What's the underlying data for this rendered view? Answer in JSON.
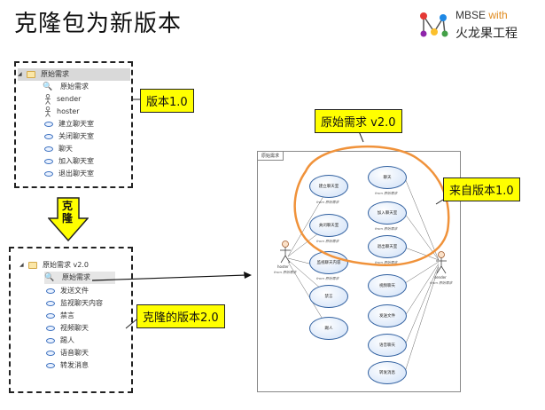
{
  "title": "克隆包为新版本",
  "logo": {
    "brand": "MBSE",
    "with": "with",
    "org": "火龙果工程"
  },
  "tree_v1": {
    "root": "原始需求",
    "items": [
      {
        "label": "原始需求",
        "icon": "package-diagram-icon"
      },
      {
        "label": "sender",
        "icon": "actor-icon"
      },
      {
        "label": "hoster",
        "icon": "actor-icon"
      },
      {
        "label": "建立聊天室",
        "icon": "usecase-icon"
      },
      {
        "label": "关闭聊天室",
        "icon": "usecase-icon"
      },
      {
        "label": "聊天",
        "icon": "usecase-icon"
      },
      {
        "label": "加入聊天室",
        "icon": "usecase-icon"
      },
      {
        "label": "退出聊天室",
        "icon": "usecase-icon"
      }
    ]
  },
  "tree_v2": {
    "root": "原始需求 v2.0",
    "items": [
      {
        "label": "原始需求",
        "icon": "package-diagram-icon"
      },
      {
        "label": "发送文件",
        "icon": "usecase-icon"
      },
      {
        "label": "监视聊天内容",
        "icon": "usecase-icon"
      },
      {
        "label": "禁言",
        "icon": "usecase-icon"
      },
      {
        "label": "视频聊天",
        "icon": "usecase-icon"
      },
      {
        "label": "踢人",
        "icon": "usecase-icon"
      },
      {
        "label": "语音聊天",
        "icon": "usecase-icon"
      },
      {
        "label": "转发消息",
        "icon": "usecase-icon"
      }
    ]
  },
  "callouts": {
    "v1": "版本1.0",
    "v2": "克隆的版本2.0",
    "original_v2": "原始需求 v2.0",
    "from_v1": "来自版本1.0"
  },
  "clone_arrow_label": "克隆",
  "diagram": {
    "tab": "原始需求",
    "note": "from 原始需求",
    "actors": [
      "hoster",
      "sender"
    ],
    "usecases": [
      "建立聊天室",
      "关闭聊天室",
      "监视聊天内容",
      "禁言",
      "踢人",
      "聊天",
      "加入聊天室",
      "退出聊天室",
      "视频聊天",
      "发送文件",
      "语音聊天",
      "转发消息"
    ]
  }
}
